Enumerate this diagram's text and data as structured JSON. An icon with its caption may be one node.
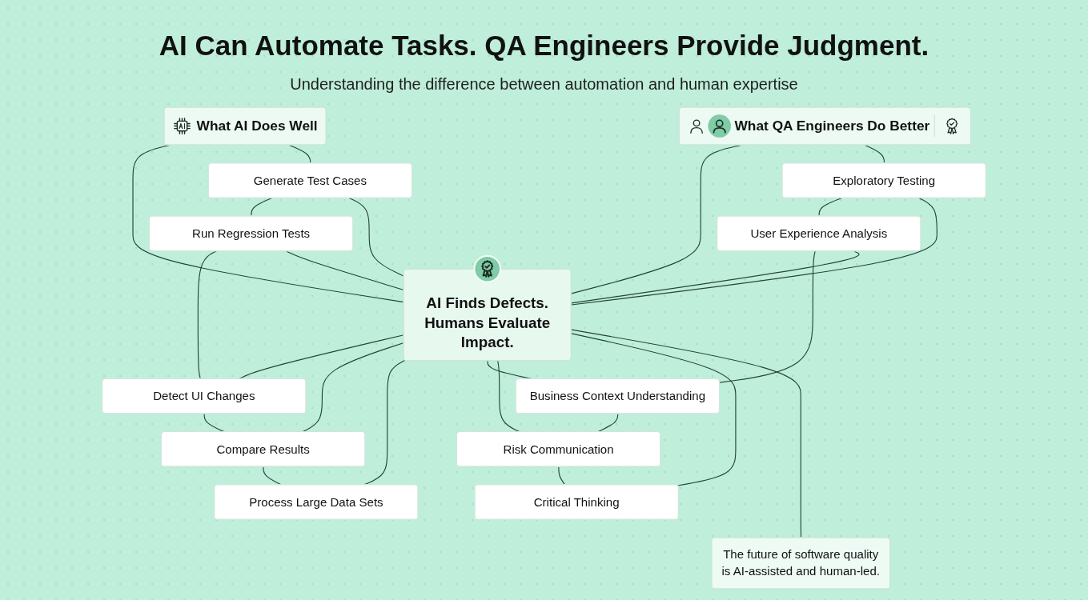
{
  "diagram": {
    "title": "AI Can Automate Tasks. QA Engineers Provide Judgment.",
    "nodes": [
      {
        "text": [
          "What AI Does Well"
        ]
      },
      {
        "text": [
          "What QA Engineers Do Better"
        ]
      },
      {
        "text": [
          "Generate Test Cases"
        ]
      },
      {
        "text": [
          "Run Regression Tests"
        ]
      },
      {
        "text": [
          "Detect UI Changes"
        ]
      },
      {
        "text": [
          "Compare Results"
        ]
      },
      {
        "text": [
          "Process Large Data Sets"
        ]
      },
      {
        "text": [
          "Exploratory Testing"
        ]
      },
      {
        "text": [
          "User Experience Analysis"
        ]
      },
      {
        "text": [
          "Business Context Understanding"
        ]
      },
      {
        "text": [
          "Risk Communication"
        ]
      },
      {
        "text": [
          "Critical Thinking"
        ]
      },
      {
        "text": [
          "AI Finds Defects. Humans Evaluate Impact."
        ]
      },
      {
        "text": [
          "The future of software quality is AI-assisted and human-led."
        ]
      }
    ],
    "edges": [
      {
        "from": 0,
        "to": 12,
        "arrow": "none"
      },
      {
        "from": 1,
        "to": 12,
        "arrow": "none"
      },
      {
        "from": 0,
        "to": 2,
        "arrow": "none"
      },
      {
        "from": 2,
        "to": 3,
        "arrow": "none"
      },
      {
        "from": 3,
        "to": 4,
        "arrow": "none"
      },
      {
        "from": 4,
        "to": 5,
        "arrow": "none"
      },
      {
        "from": 5,
        "to": 6,
        "arrow": "none"
      },
      {
        "from": 2,
        "to": 12,
        "arrow": "none"
      },
      {
        "from": 3,
        "to": 12,
        "arrow": "none"
      },
      {
        "from": 12,
        "to": 4,
        "arrow": "none"
      },
      {
        "from": 12,
        "to": 5,
        "arrow": "none"
      },
      {
        "from": 12,
        "to": 6,
        "arrow": "none"
      },
      {
        "from": 1,
        "to": 7,
        "arrow": "none"
      },
      {
        "from": 7,
        "to": 8,
        "arrow": "none"
      },
      {
        "from": 8,
        "to": 9,
        "arrow": "none"
      },
      {
        "from": 9,
        "to": 10,
        "arrow": "none"
      },
      {
        "from": 10,
        "to": 11,
        "arrow": "none"
      },
      {
        "from": 7,
        "to": 12,
        "arrow": "none"
      },
      {
        "from": 8,
        "to": 12,
        "arrow": "none"
      },
      {
        "from": 12,
        "to": 9,
        "arrow": "none"
      },
      {
        "from": 12,
        "to": 10,
        "arrow": "none"
      },
      {
        "from": 12,
        "to": 11,
        "arrow": "none"
      },
      {
        "from": 12,
        "to": 13,
        "arrow": "none"
      }
    ],
    "labels": [
      "Understanding the difference between automation and human expertise"
    ]
  }
}
